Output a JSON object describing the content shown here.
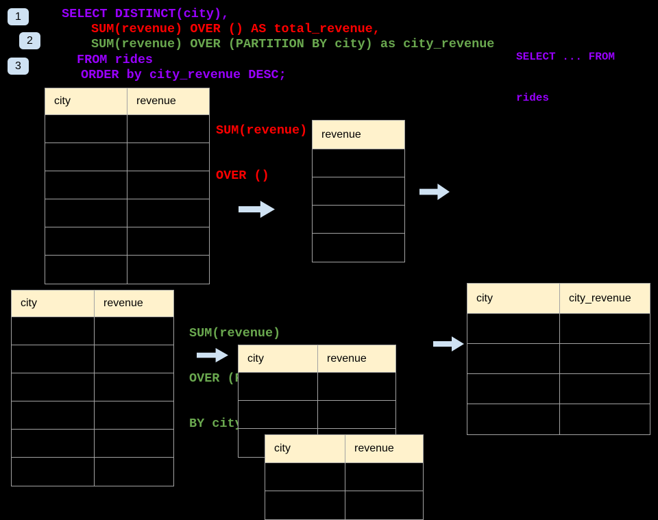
{
  "badges": [
    {
      "label": "1"
    },
    {
      "label": "2"
    },
    {
      "label": "3"
    }
  ],
  "code": {
    "lines": [
      {
        "text": "SELECT DISTINCT(city),",
        "color": "purple"
      },
      {
        "text": "SUM(revenue) OVER () AS total_revenue,",
        "color": "red"
      },
      {
        "text": "SUM(revenue) OVER (PARTITION BY city) as city_revenue",
        "color": "green"
      },
      {
        "text": "FROM rides",
        "color": "purple"
      },
      {
        "text": "ORDER by city_revenue DESC;",
        "color": "purple"
      }
    ]
  },
  "side_note": {
    "lines": [
      "SELECT ... FROM",
      "rides"
    ],
    "color": "purple"
  },
  "labels": {
    "total_revenue": {
      "lines": [
        "SUM(revenue)",
        "OVER ()"
      ],
      "color": "red"
    },
    "partition": {
      "lines": [
        "SUM(revenue)",
        "OVER (PARTITION",
        "BY city)"
      ],
      "color": "green"
    }
  },
  "tables": {
    "source_top": {
      "headers": [
        "city",
        "revenue"
      ],
      "body_rows": 6
    },
    "total_result": {
      "headers": [
        "revenue"
      ],
      "body_rows": 4
    },
    "source_bottom": {
      "headers": [
        "city",
        "revenue"
      ],
      "body_rows": 6
    },
    "partition_mid": {
      "headers": [
        "city",
        "revenue"
      ],
      "body_rows": 3
    },
    "partition_overlay": {
      "headers": [
        "city",
        "revenue"
      ],
      "body_rows": 2
    },
    "city_revenue_result": {
      "headers": [
        "city",
        "city_revenue"
      ],
      "body_rows": 4
    }
  },
  "colors": {
    "background": "#000000",
    "sql_purple": "#9900ff",
    "sql_red": "#ff0000",
    "sql_green": "#6aa84f",
    "arrow_badge_blue": "#cfe2f3",
    "table_header_fill": "#fff2cc",
    "table_border": "#a3a3a3"
  }
}
